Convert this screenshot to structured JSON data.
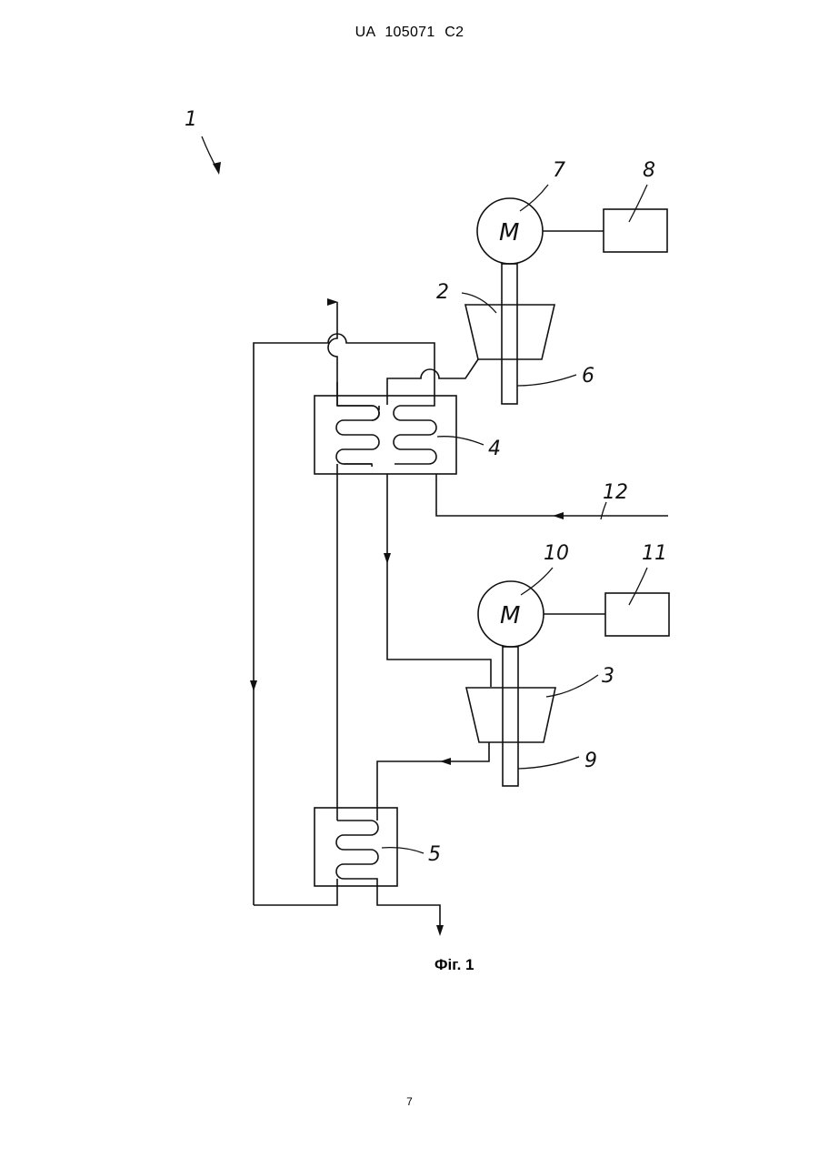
{
  "header": {
    "doc_id": "UA   105071   C2"
  },
  "figure": {
    "caption": "Фіг. 1",
    "ref_numerals": {
      "system": "1",
      "compressor_1": "2",
      "compressor_2": "3",
      "heat_exchanger_1": "4",
      "heat_exchanger_2": "5",
      "shaft_1": "6",
      "motor_1": "7",
      "drive_1": "8",
      "shaft_2": "9",
      "motor_2": "10",
      "drive_2": "11",
      "inlet_line": "12"
    },
    "motor_symbol": "M"
  },
  "footer": {
    "page_number": "7"
  }
}
